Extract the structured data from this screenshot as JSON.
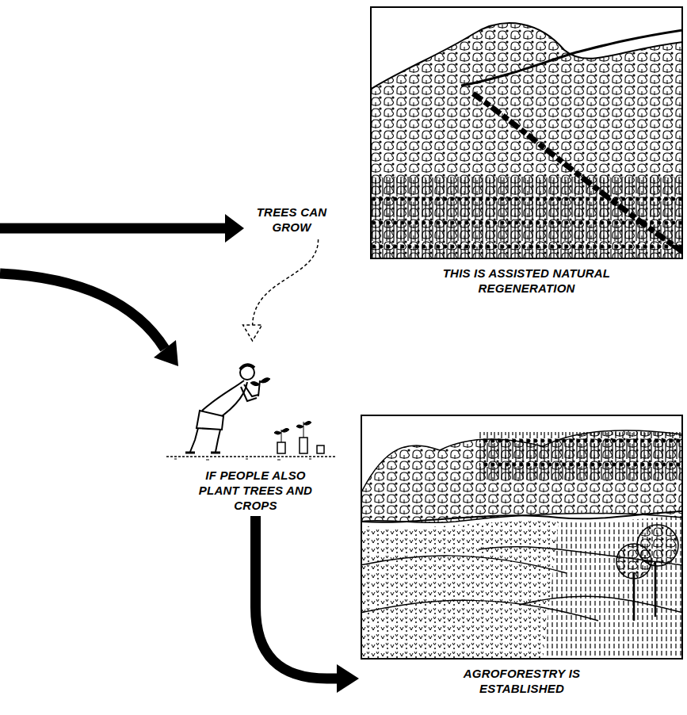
{
  "diagram": {
    "nodes": [
      {
        "text": [
          "TREES CAN GROW"
        ]
      },
      {
        "text": [
          "THIS IS ASSISTED NATURAL REGENERATION"
        ]
      },
      {
        "text": [
          "IF PEOPLE ALSO PLANT TREES AND CROPS"
        ]
      },
      {
        "text": [
          "AGROFORESTRY IS ESTABLISHED"
        ]
      }
    ],
    "edges": [
      {
        "from": 0,
        "to": 2,
        "arrow": "to"
      },
      {
        "from": 2,
        "to": 3,
        "arrow": "to"
      }
    ]
  }
}
